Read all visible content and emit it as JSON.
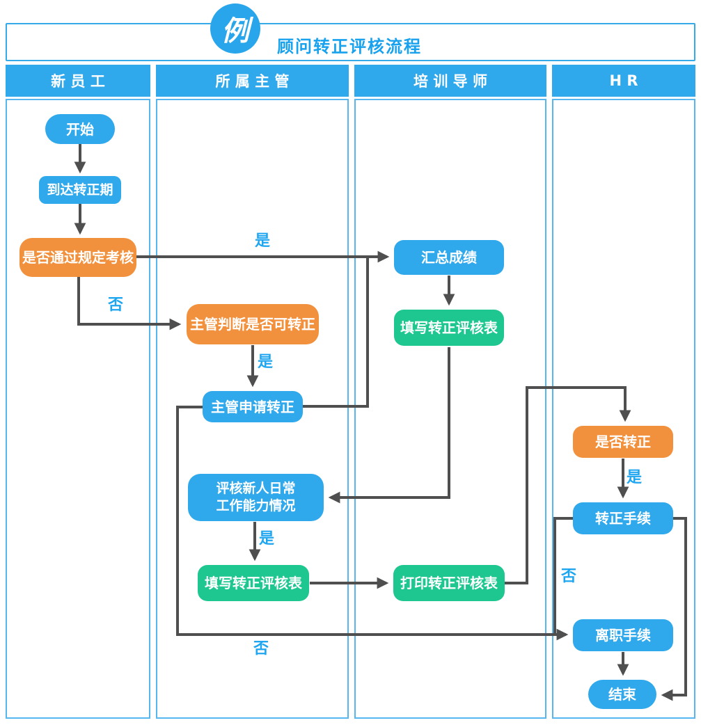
{
  "header": {
    "badge": "例",
    "title": "顾问转正评核流程"
  },
  "lanes": [
    "新员工",
    "所属主管",
    "培训导师",
    "HR"
  ],
  "nodes": {
    "start": "开始",
    "reach_period": "到达转正期",
    "pass_exam": "是否通过规定考核",
    "supervisor_judge": "主管判断是否可转正",
    "supervisor_apply": "主管申请转正",
    "summarize_scores": "汇总成绩",
    "mentor_fill_form": "填写转正评核表",
    "evaluate_daily": "评核新人日常\n工作能力情况",
    "supervisor_fill_form": "填写转正评核表",
    "print_form": "打印转正评核表",
    "confirm_regular": "是否转正",
    "regular_procedure": "转正手续",
    "resign_procedure": "离职手续",
    "end": "结束"
  },
  "edge_labels": {
    "yes": "是",
    "no": "否"
  },
  "colors": {
    "process_blue": "#2fa8ec",
    "decision_orange": "#f2913d",
    "form_green": "#1ec690",
    "connector_gray": "#4f4f4f",
    "edge_label_blue": "#1fa6f0",
    "lane_border_blue": "#55b6f0",
    "title_blue": "#18a2ee"
  }
}
